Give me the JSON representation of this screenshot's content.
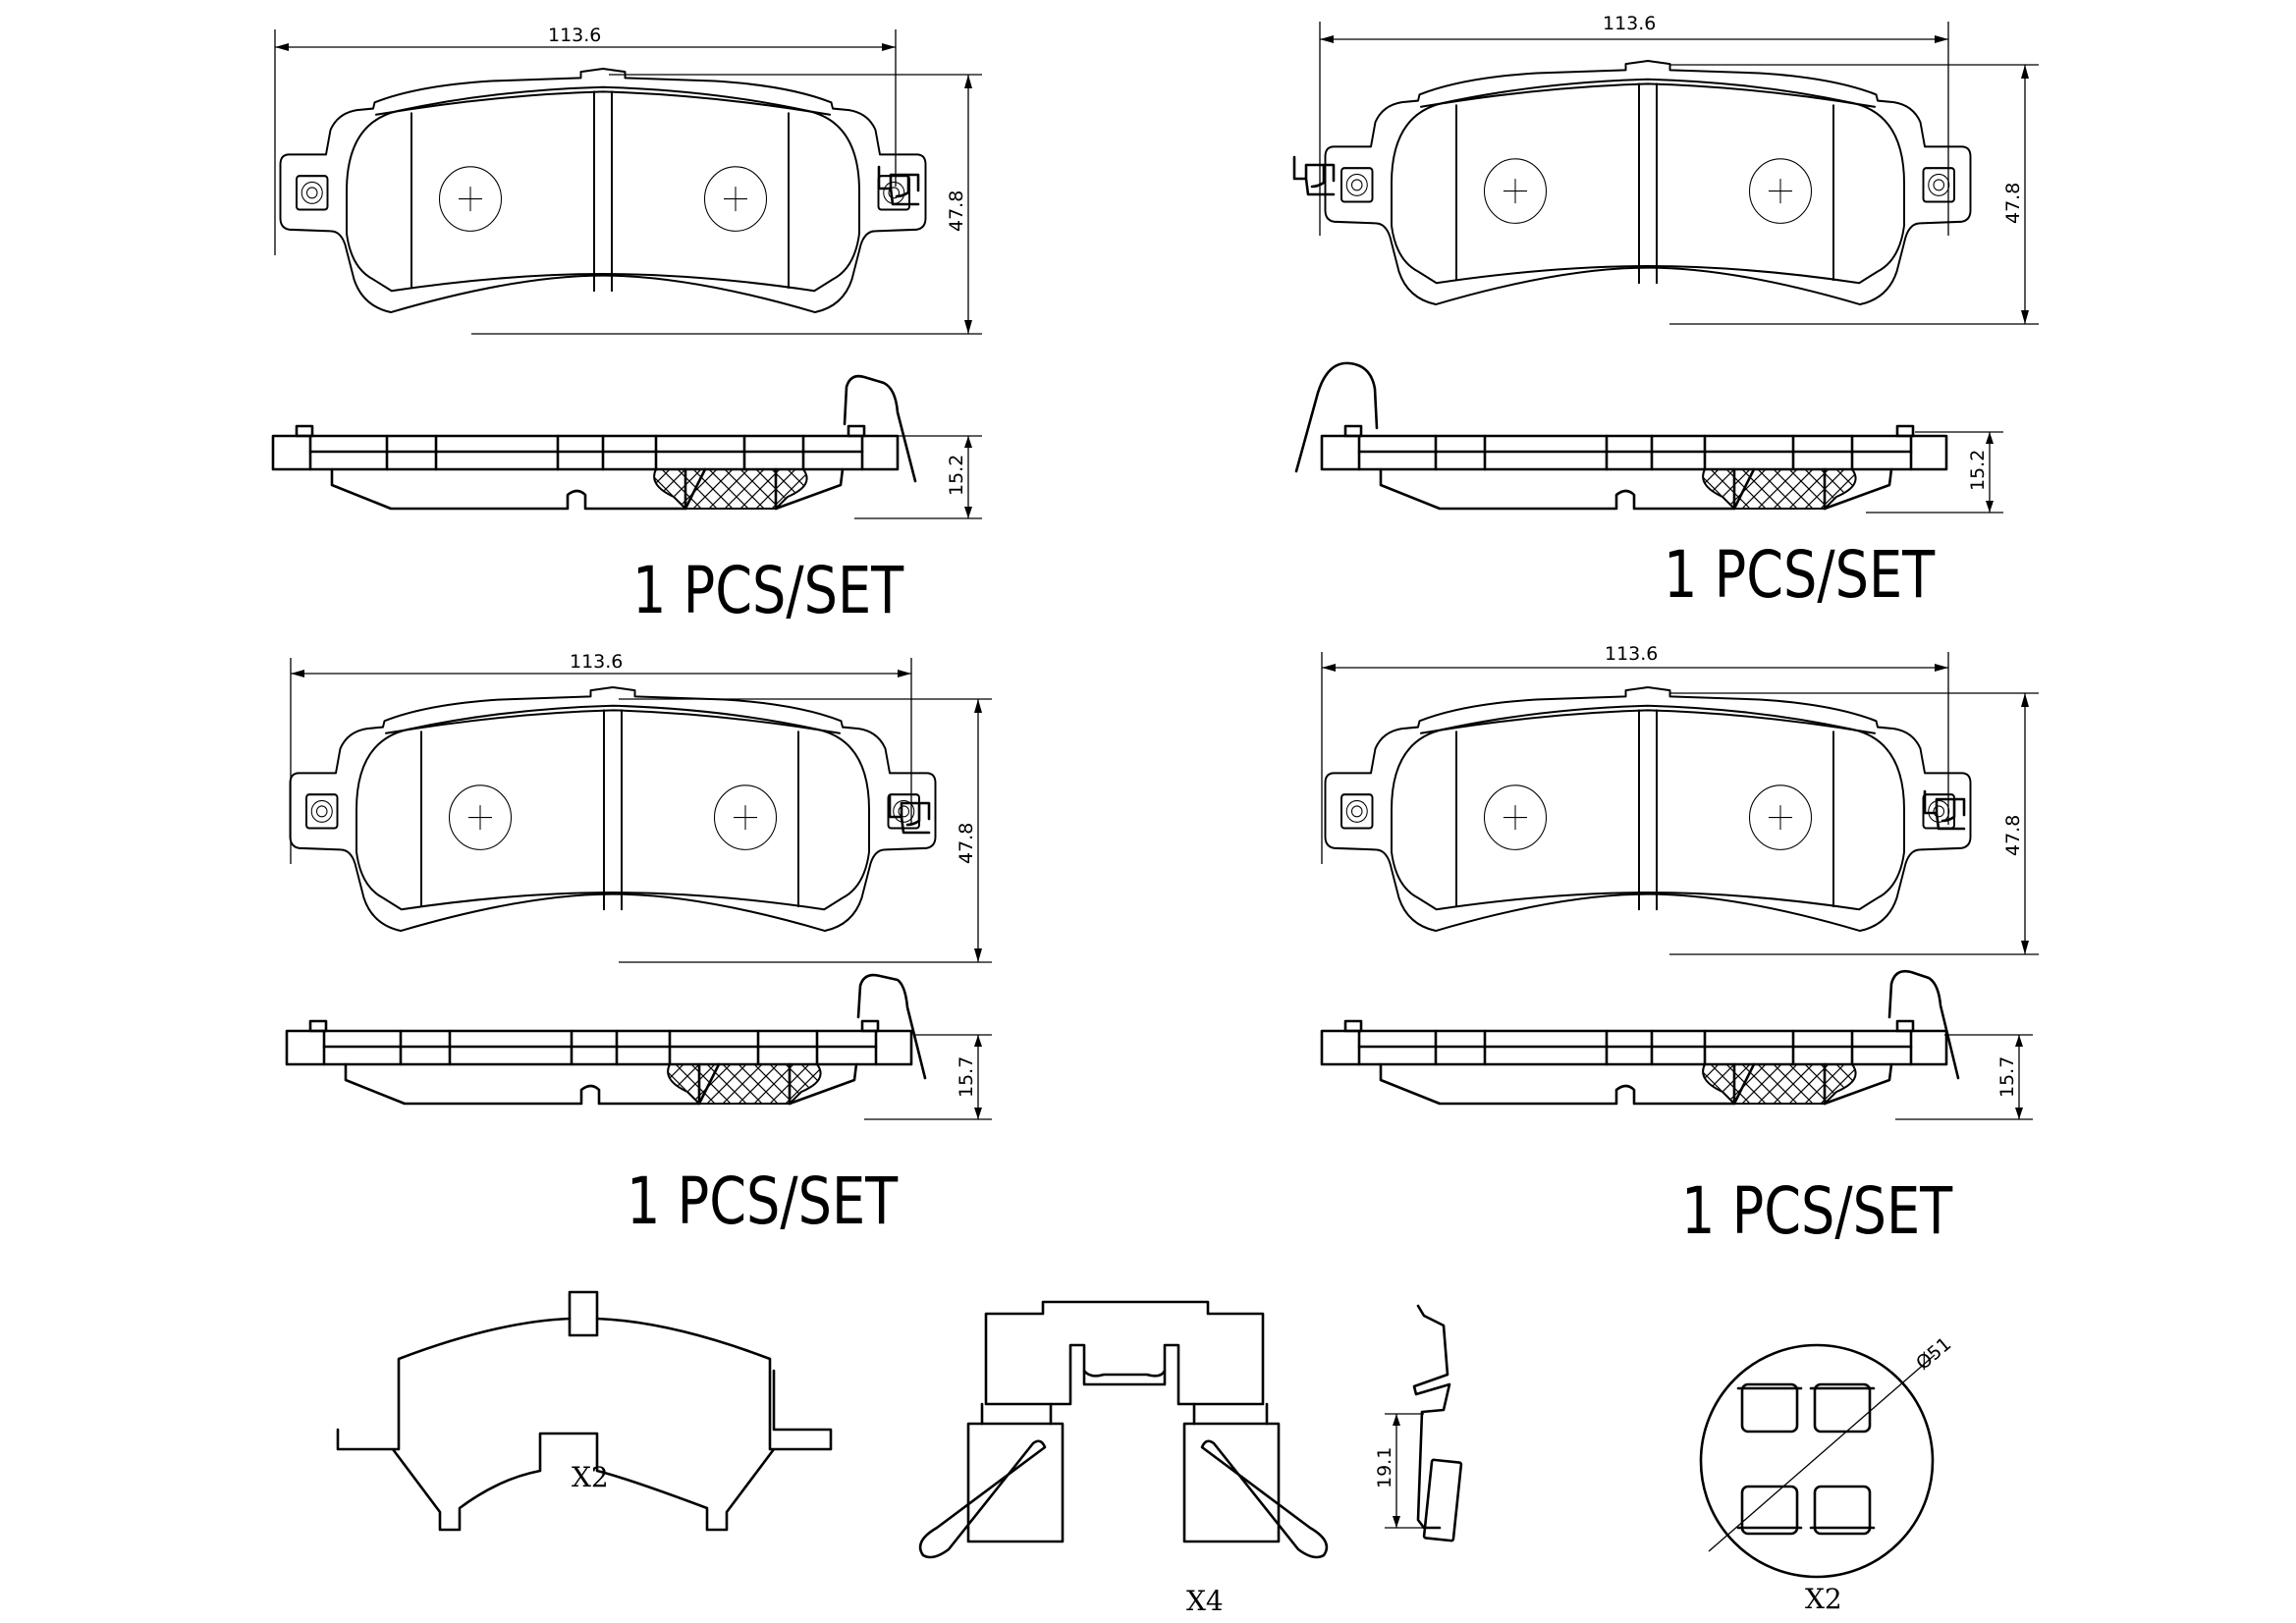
{
  "pads": [
    {
      "width": "113.6",
      "height": "47.8",
      "thickness": "15.2",
      "qty": "1  PCS/SET"
    },
    {
      "width": "113.6",
      "height": "47.8",
      "thickness": "15.2",
      "qty": "1  PCS/SET"
    },
    {
      "width": "113.6",
      "height": "47.8",
      "thickness": "15.7",
      "qty": "1  PCS/SET"
    },
    {
      "width": "113.6",
      "height": "47.8",
      "thickness": "15.7",
      "qty": "1  PCS/SET"
    }
  ],
  "accessories": {
    "shim_qty": "X2",
    "clip_qty": "X4",
    "clip_height": "19.1",
    "pin_qty": "X2",
    "pin_diameter": "Ø51"
  }
}
